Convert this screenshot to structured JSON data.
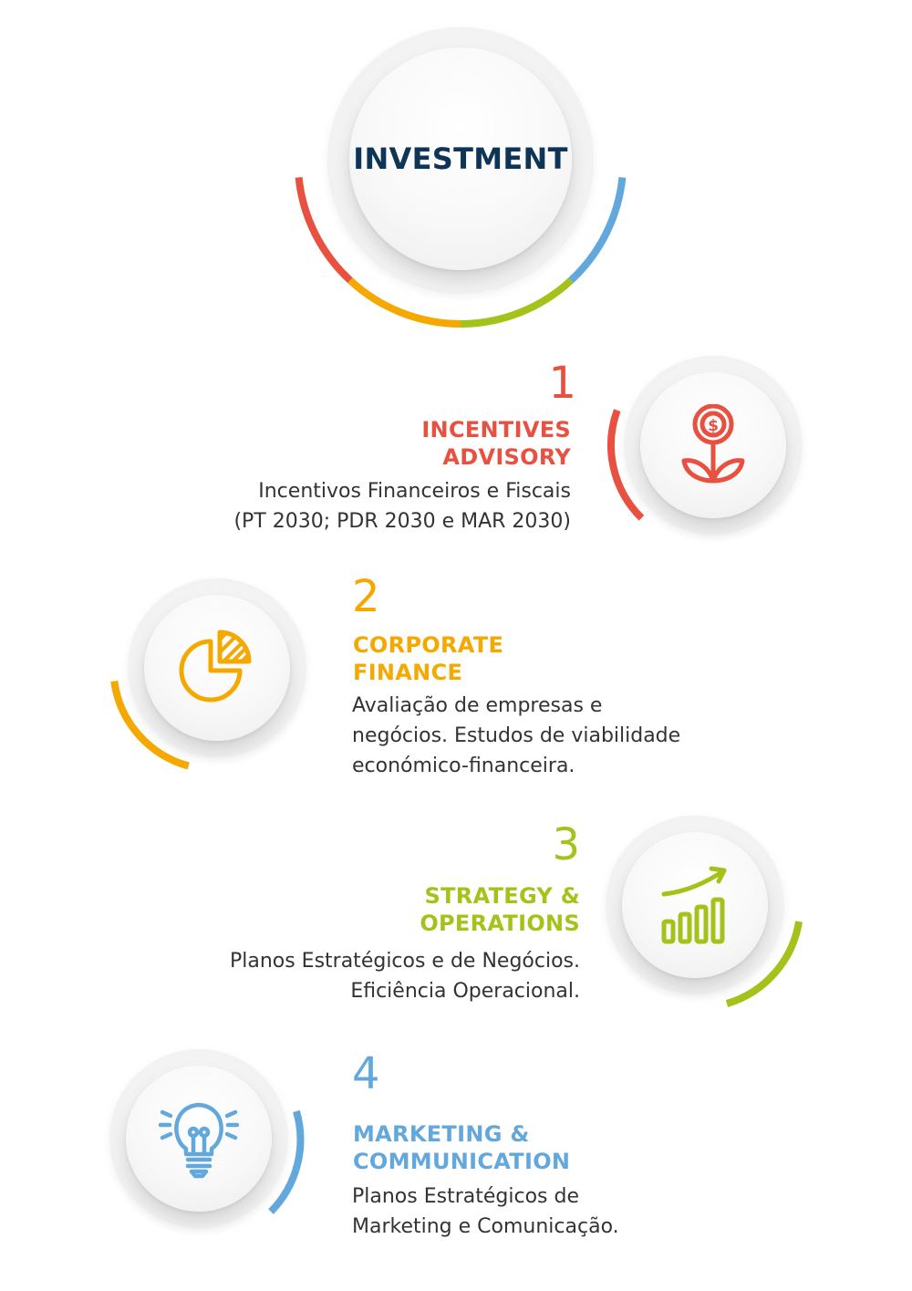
{
  "hero": {
    "title": "INVESTMENT"
  },
  "colors": {
    "red": "#e8503f",
    "orange": "#f5a800",
    "green": "#a4c31a",
    "blue": "#62a8dc",
    "navy": "#0f3556",
    "text": "#333333"
  },
  "steps": [
    {
      "number": "1",
      "title_lines": [
        "INCENTIVES",
        "ADVISORY"
      ],
      "desc_lines": [
        "Incentivos Financeiros e Fiscais",
        "(PT 2030; PDR 2030 e MAR 2030)"
      ],
      "icon": "money-plant-icon",
      "color": "#e8503f"
    },
    {
      "number": "2",
      "title_lines": [
        "CORPORATE",
        "FINANCE"
      ],
      "desc_lines": [
        "Avaliação de empresas e",
        "negócios. Estudos de viabilidade",
        "económico-financeira."
      ],
      "icon": "pie-chart-icon",
      "color": "#f5a800"
    },
    {
      "number": "3",
      "title_lines": [
        "STRATEGY &",
        "OPERATIONS"
      ],
      "desc_lines": [
        "Planos Estratégicos e de Negócios.",
        "Eficiência Operacional."
      ],
      "icon": "growth-chart-icon",
      "color": "#a4c31a"
    },
    {
      "number": "4",
      "title_lines": [
        "MARKETING &",
        "COMMUNICATION"
      ],
      "desc_lines": [
        "Planos Estratégicos de",
        "Marketing e Comunicação."
      ],
      "icon": "lightbulb-icon",
      "color": "#62a8dc"
    }
  ]
}
